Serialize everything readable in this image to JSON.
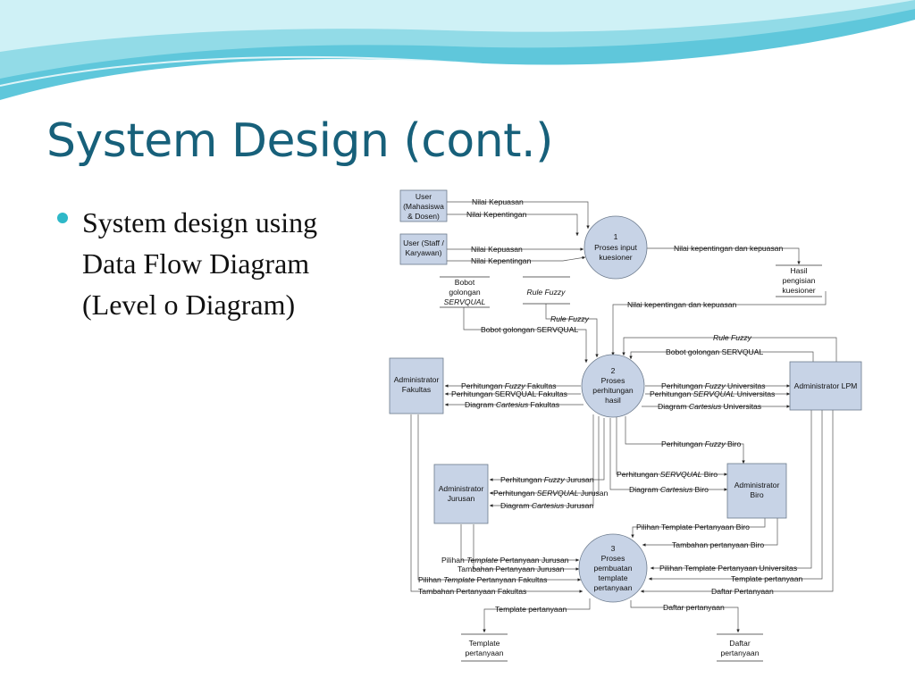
{
  "slide": {
    "title": "System Design (cont.)",
    "bullet": "System design using Data Flow Diagram (Level o Diagram)"
  },
  "colors": {
    "title": "#17607a",
    "bullet": "#2eb8c8",
    "box_fill": "#c7d3e6",
    "wave": "#5fc7db"
  },
  "diagram": {
    "entities": {
      "user_mhs": [
        "User",
        "(Mahasiswa",
        "& Dosen)"
      ],
      "user_staff": [
        "User (Staff /",
        "Karyawan)"
      ],
      "adm_fak": [
        "Administrator",
        "Fakultas"
      ],
      "adm_lpm": [
        "Administrator LPM"
      ],
      "adm_jur": [
        "Administrator",
        "Jurusan"
      ],
      "adm_biro": [
        "Administrator",
        "Biro"
      ]
    },
    "processes": {
      "p1": [
        "1",
        "Proses input",
        "kuesioner"
      ],
      "p2": [
        "2",
        "Proses",
        "perhitungan",
        "hasil"
      ],
      "p3": [
        "3",
        "Proses",
        "pembuatan",
        "template",
        "pertanyaan"
      ]
    },
    "stores": {
      "bobot": [
        "Bobot",
        "golongan",
        "SERVQUAL"
      ],
      "rule": [
        "Rule Fuzzy"
      ],
      "hasil": [
        "Hasil",
        "pengisian",
        "kuesioner"
      ],
      "template": [
        "Template",
        "pertanyaan"
      ],
      "daftar": [
        "Daftar",
        "pertanyaan"
      ]
    },
    "flows": {
      "f1": "Nilai Kepuasan",
      "f2": "Nilai Kepentingan",
      "f3": "Nilai Kepuasan",
      "f4": "Nilai Kepentingan",
      "f5": "Nilai kepentingan dan kepuasan",
      "f6": "Nilai kepentingan dan kepuasan",
      "f7": "Rule Fuzzy",
      "f8": "Bobot golongan SERVQUAL",
      "f9": "Rule Fuzzy",
      "f10": "Bobot golongan SERVQUAL",
      "f11a": "Perhitungan ",
      "f11b": "Fuzzy",
      "f11c": " Fakultas",
      "f12": "Perhitungan SERVQUAL Fakultas",
      "f13a": "Diagram ",
      "f13b": "Cartesius",
      "f13c": " Fakultas",
      "f14a": "Perhitungan ",
      "f14b": "Fuzzy",
      "f14c": " Universitas",
      "f15a": "Perhitungan ",
      "f15b": "SERVQUAL",
      "f15c": " Universitas",
      "f16a": "Diagram ",
      "f16b": "Cartesius",
      "f16c": " Universitas",
      "f17a": "Perhitungan ",
      "f17b": "Fuzzy",
      "f17c": " Biro",
      "f18a": "Perhitungan ",
      "f18b": "SERVQUAL",
      "f18c": " Biro",
      "f19a": "Diagram ",
      "f19b": "Cartesius",
      "f19c": " Biro",
      "f20a": "Perhitungan ",
      "f20b": "Fuzzy",
      "f20c": " Jurusan",
      "f21a": "Perhitungan ",
      "f21b": "SERVQUAL",
      "f21c": " Jurusan",
      "f22a": "Diagram ",
      "f22b": "Cartesius",
      "f22c": " Jurusan",
      "f23": "Pilihan Template Pertanyaan Biro",
      "f24": "Tambahan pertanyaan Biro",
      "f25a": "Pilihan ",
      "f25b": "Template",
      "f25c": " Pertanyaan Jurusan",
      "f26": "Tambahan Pertanyaan Jurusan",
      "f27a": "Pilihan ",
      "f27b": "Template",
      "f27c": " Pertanyaan Fakultas",
      "f28": "Tambahan Pertanyaan Fakultas",
      "f29": "Pilihan Template Pertanyaan Universitas",
      "f30": "Template pertanyaan",
      "f31": "Daftar Pertanyaan",
      "f32": "Template pertanyaan",
      "f33": "Daftar pertanyaan"
    }
  }
}
